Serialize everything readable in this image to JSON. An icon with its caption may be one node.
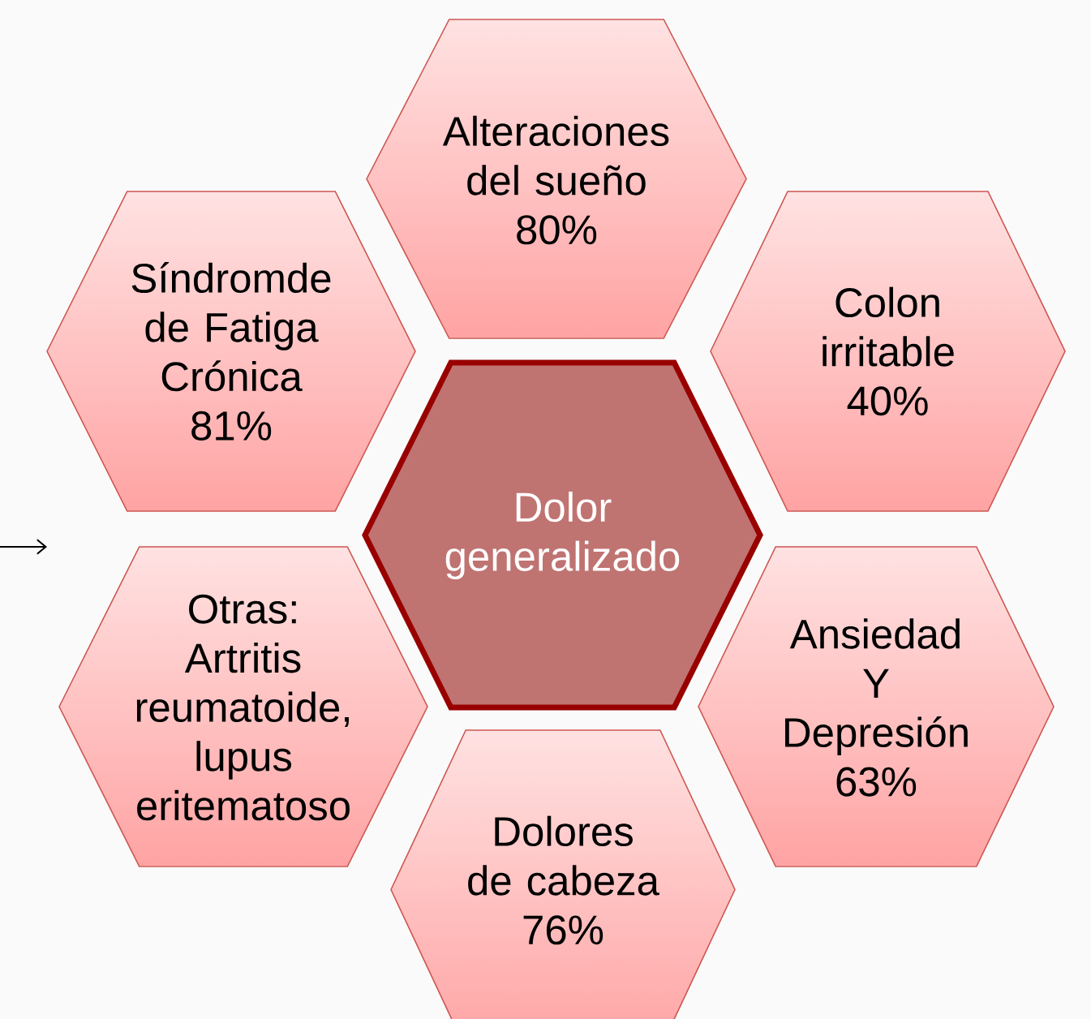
{
  "diagram": {
    "nodes": [
      {
        "text": [
          "Dolor generalizado"
        ]
      },
      {
        "text": [
          "Alteraciones del sueño 80%"
        ]
      },
      {
        "text": [
          "Síndromde de Fatiga Crónica 81%"
        ]
      },
      {
        "text": [
          "Colon irritable 40%"
        ]
      },
      {
        "text": [
          "Otras: Artritis reumatoide, lupus eritematoso"
        ]
      },
      {
        "text": [
          "Ansiedad Y Depresión 63%"
        ]
      },
      {
        "text": [
          "Dolores de cabeza 76%"
        ]
      }
    ]
  }
}
